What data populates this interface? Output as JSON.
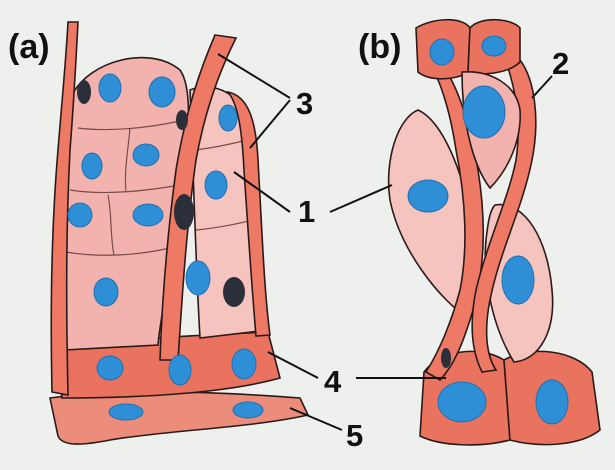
{
  "panels": {
    "a": {
      "label": "(a)"
    },
    "b": {
      "label": "(b)"
    }
  },
  "callouts": [
    "1",
    "2",
    "3",
    "4",
    "5"
  ],
  "colors": {
    "background": "#eef0ee",
    "cell_pink": "#f2b3ae",
    "sheath_red": "#ee7a66",
    "nucleus_blue": "#2f8fd6",
    "outline": "#2a1a1a"
  }
}
